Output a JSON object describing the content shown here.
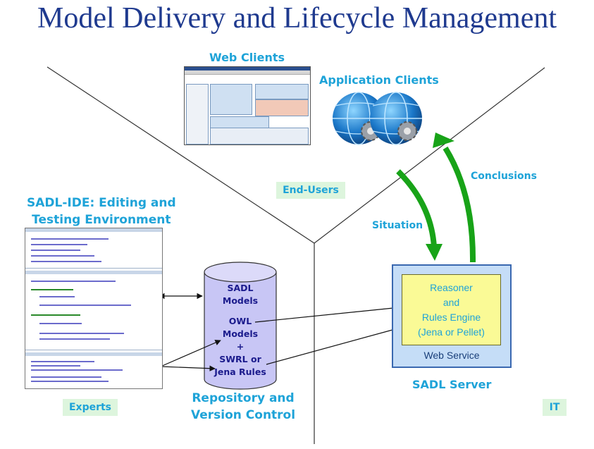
{
  "title": "Model Delivery and Lifecycle Management",
  "labels": {
    "web_clients": "Web Clients",
    "application_clients": "Application Clients",
    "sadl_ide_line1": "SADL-IDE: Editing and",
    "sadl_ide_line2": "Testing Environment",
    "repository_line1": "Repository and",
    "repository_line2": "Version Control",
    "sadl_server": "SADL Server",
    "conclusions": "Conclusions",
    "situation": "Situation"
  },
  "zones": {
    "end_users": "End-Users",
    "experts": "Experts",
    "it": "IT"
  },
  "repository": {
    "sadl_line1": "SADL",
    "sadl_line2": "Models",
    "owl_line1": "OWL",
    "owl_line2": "Models",
    "owl_line3": "+",
    "owl_line4": "SWRL or",
    "owl_line5": "Jena Rules"
  },
  "server": {
    "reasoner_line1": "Reasoner",
    "reasoner_line2": "and",
    "reasoner_line3": "Rules Engine",
    "reasoner_line4": "(Jena or Pellet)",
    "web_service": "Web Service"
  },
  "colors": {
    "title": "#1f3a8f",
    "label": "#1ea3d8",
    "zone_bg": "#ddf5dd",
    "cylinder": "#c8c6f5",
    "server_bg": "#c5ddf7",
    "reasoner_bg": "#fafa96",
    "green_arrow": "#18a318"
  },
  "icons": {
    "application_clients": "globe-with-gear-icon",
    "web_clients": "web-app-screenshot",
    "ide": "ide-screenshot"
  }
}
